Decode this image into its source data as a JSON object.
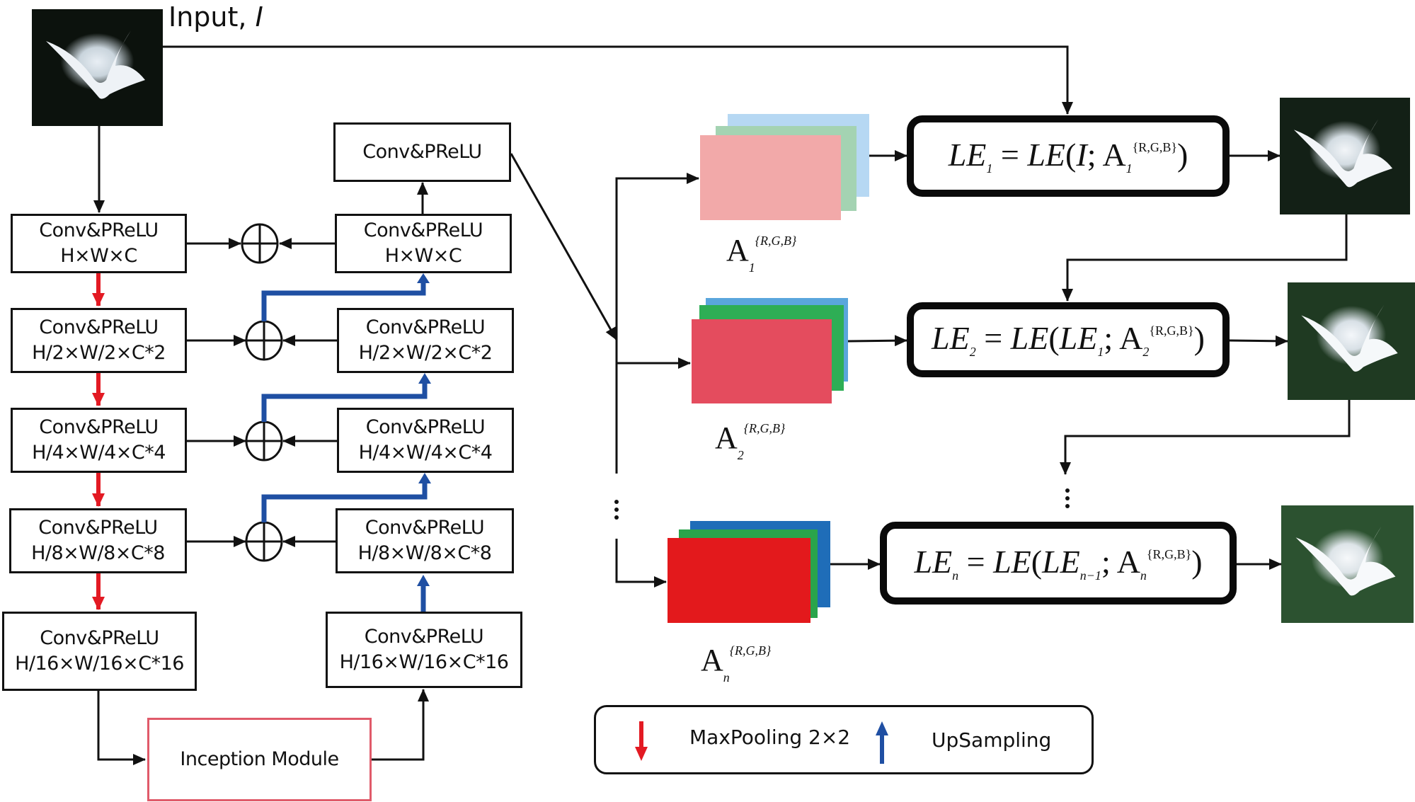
{
  "input": {
    "label": "Input, ",
    "var": "I"
  },
  "encoder": [
    {
      "name": "Conv&PReLU",
      "shape": "H×W×C"
    },
    {
      "name": "Conv&PReLU",
      "shape": "H/2×W/2×C*2"
    },
    {
      "name": "Conv&PReLU",
      "shape": "H/4×W/4×C*4"
    },
    {
      "name": "Conv&PReLU",
      "shape": "H/8×W/8×C*8"
    },
    {
      "name": "Conv&PReLU",
      "shape": "H/16×W/16×C*16"
    }
  ],
  "decoder": [
    {
      "name": "Conv&PReLU",
      "shape": "H×W×C"
    },
    {
      "name": "Conv&PReLU",
      "shape": "H/2×W/2×C*2"
    },
    {
      "name": "Conv&PReLU",
      "shape": "H/4×W/4×C*4"
    },
    {
      "name": "Conv&PReLU",
      "shape": "H/8×W/8×C*8"
    },
    {
      "name": "Conv&PReLU",
      "shape": "H/16×W/16×C*16"
    }
  ],
  "output_conv": {
    "name": "Conv&PReLU"
  },
  "inception": {
    "label": "Inception Module"
  },
  "curves": [
    {
      "symbol": "A",
      "index": "1",
      "channels": "{R,G,B}",
      "colors": [
        "#f2a9a9",
        "#a4d3b2",
        "#b6d8f3"
      ]
    },
    {
      "symbol": "A",
      "index": "2",
      "channels": "{R,G,B}",
      "colors": [
        "#e44c5e",
        "#2eae55",
        "#5aa6dc"
      ]
    },
    {
      "symbol": "A",
      "index": "n",
      "channels": "{R,G,B}",
      "colors": [
        "#e3191c",
        "#2aa44b",
        "#1f6db8"
      ]
    }
  ],
  "formulas": [
    {
      "lhs": "LE",
      "lhs_sub": "1",
      "rhs_fn": "LE",
      "arg": "I",
      "arg_sub": "",
      "param": "A",
      "param_sub": "1",
      "param_sup": "{R,G,B}"
    },
    {
      "lhs": "LE",
      "lhs_sub": "2",
      "rhs_fn": "LE",
      "arg": "LE",
      "arg_sub": "1",
      "param": "A",
      "param_sub": "2",
      "param_sup": "{R,G,B}"
    },
    {
      "lhs": "LE",
      "lhs_sub": "n",
      "rhs_fn": "LE",
      "arg": "LE",
      "arg_sub": "n−1",
      "param": "A",
      "param_sub": "n",
      "param_sup": "{R,G,B}"
    }
  ],
  "legend": {
    "maxpool_label": "MaxPooling 2×2",
    "upsample_label": "UpSampling",
    "maxpool_color": "#e31a23",
    "upsample_color": "#1f4fa3"
  },
  "colors": {
    "down_arrow": "#e31a23",
    "up_arrow": "#1f4fa3"
  }
}
